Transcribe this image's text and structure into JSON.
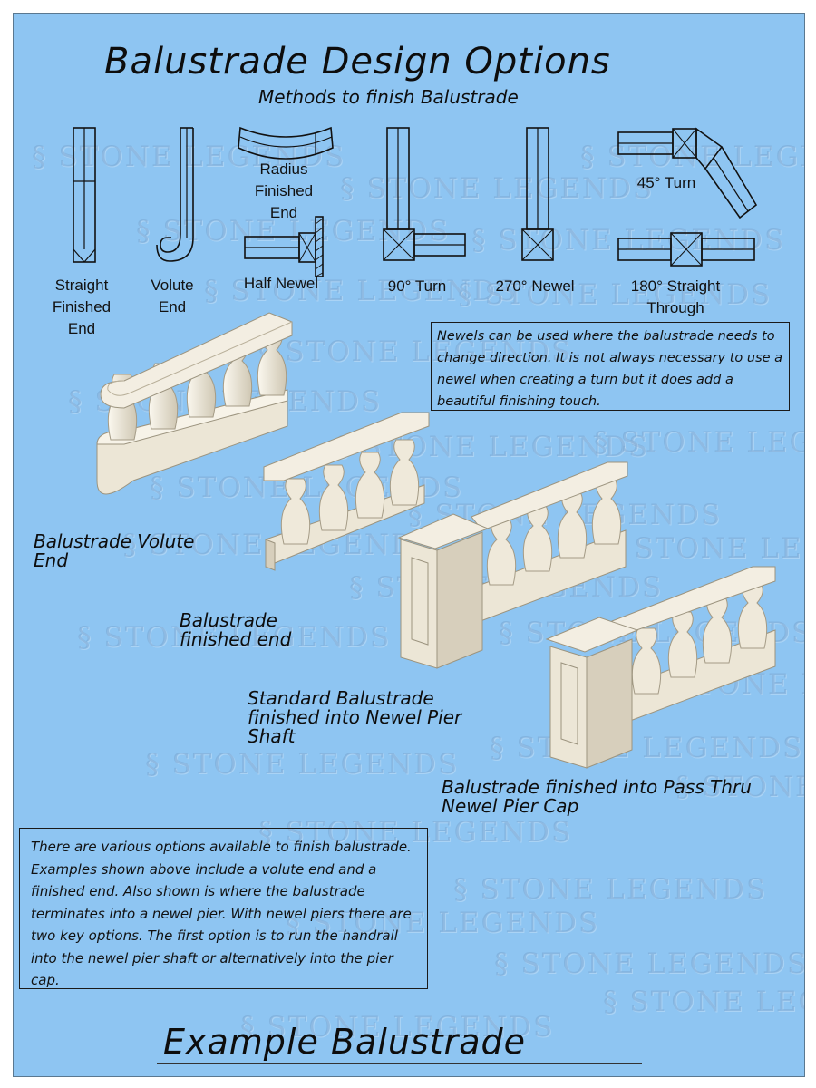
{
  "title": "Balustrade Design Options",
  "subtitle": "Methods to finish Balustrade",
  "watermark": "STONE LEGENDS",
  "diagrams": {
    "straight": "Straight Finished End",
    "volute": "Volute End",
    "radius": "Radius Finished End",
    "half_newel": "Half Newel",
    "turn_90": "90° Turn",
    "newel_270": "270° Newel",
    "turn_45": "45° Turn",
    "straight_180": "180° Straight Through"
  },
  "note_top": "Newels can be used where the balustrade needs to change direction. It is not always necessary to use a newel when creating a turn but it does add a beautiful finishing touch.",
  "captions": {
    "volute_end": "Balustrade Volute End",
    "finished_end": "Balustrade finished end",
    "pier_shaft": "Standard Balustrade finished  into Newel Pier Shaft",
    "pier_cap": "Balustrade finished into Pass Thru Newel Pier Cap"
  },
  "note_bottom": "There are various options available to finish balustrade. Examples shown above include a volute end and a finished end.  Also shown is where the balustrade terminates into a newel pier.  With newel piers there are two key options. The first option is to run the handrail into the newel pier shaft or alternatively into the pier cap.",
  "footer_title": "Example Balustrade",
  "colors": {
    "background": "#8ec5f2",
    "stone": "#ece6d6",
    "stone_shade": "#cfc7b3",
    "ink": "#111111"
  }
}
